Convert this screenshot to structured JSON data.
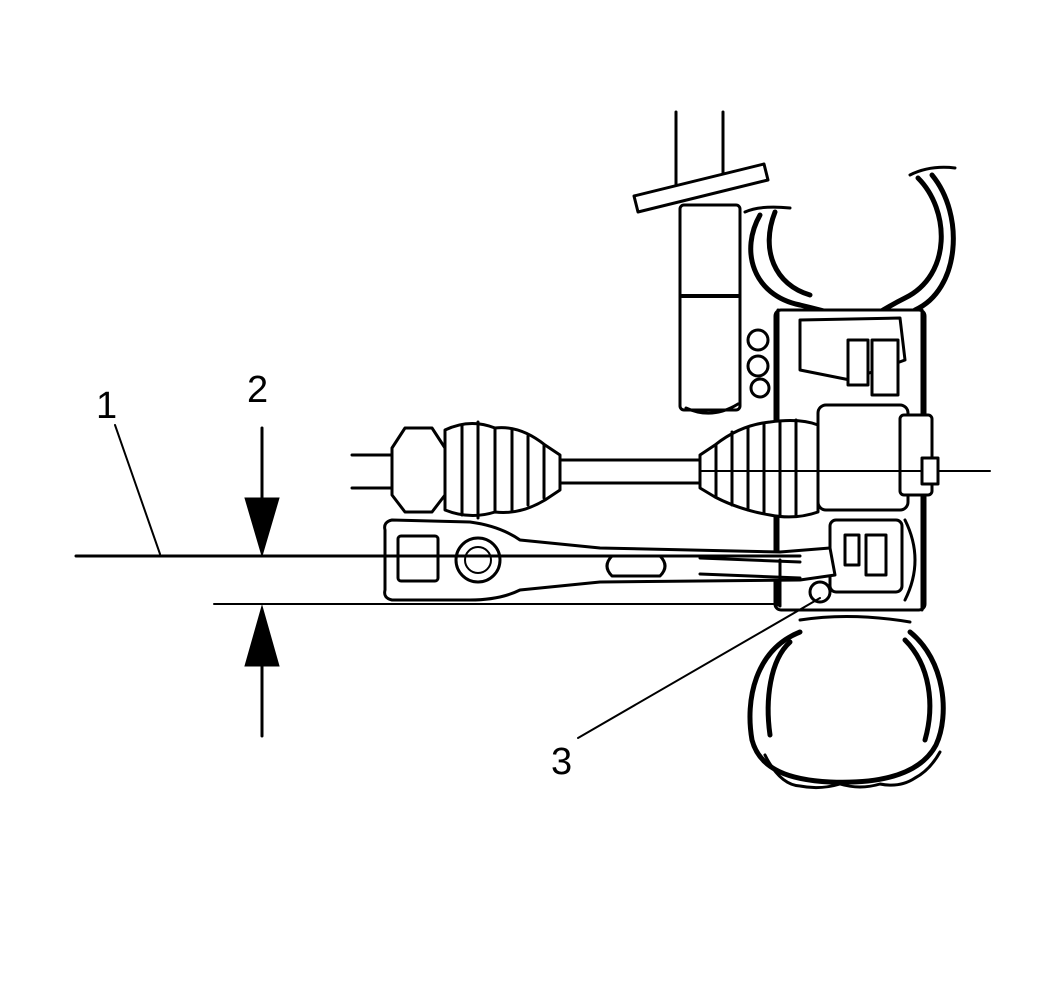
{
  "figure": {
    "callouts": [
      {
        "id": "1",
        "text": "1"
      },
      {
        "id": "2",
        "text": "2"
      },
      {
        "id": "3",
        "text": "3"
      }
    ],
    "colors": {
      "ink": "#000000",
      "background": "#ffffff"
    }
  }
}
